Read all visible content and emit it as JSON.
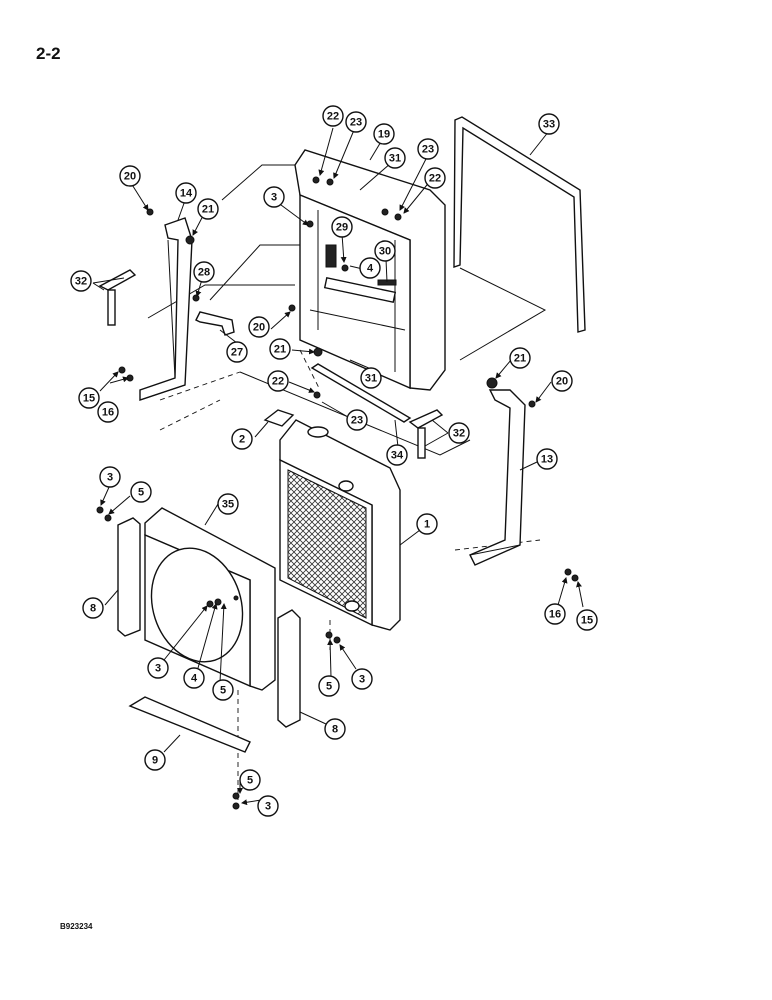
{
  "page_label": "2-2",
  "footer_code": "B923234",
  "callouts": [
    "22",
    "23",
    "19",
    "31",
    "23",
    "22",
    "33",
    "20",
    "14",
    "21",
    "3",
    "29",
    "30",
    "4",
    "32",
    "28",
    "20",
    "27",
    "21",
    "31",
    "22",
    "23",
    "15",
    "16",
    "2",
    "34",
    "32",
    "21",
    "20",
    "13",
    "3",
    "5",
    "35",
    "1",
    "8",
    "3",
    "4",
    "5",
    "5",
    "3",
    "8",
    "9",
    "5",
    "3",
    "16",
    "15"
  ]
}
